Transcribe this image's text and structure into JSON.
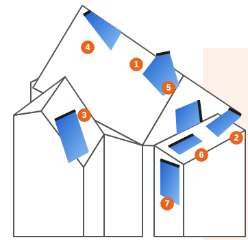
{
  "diagram": {
    "labels": [
      "4",
      "1",
      "3",
      "5",
      "2",
      "6",
      "7"
    ]
  }
}
